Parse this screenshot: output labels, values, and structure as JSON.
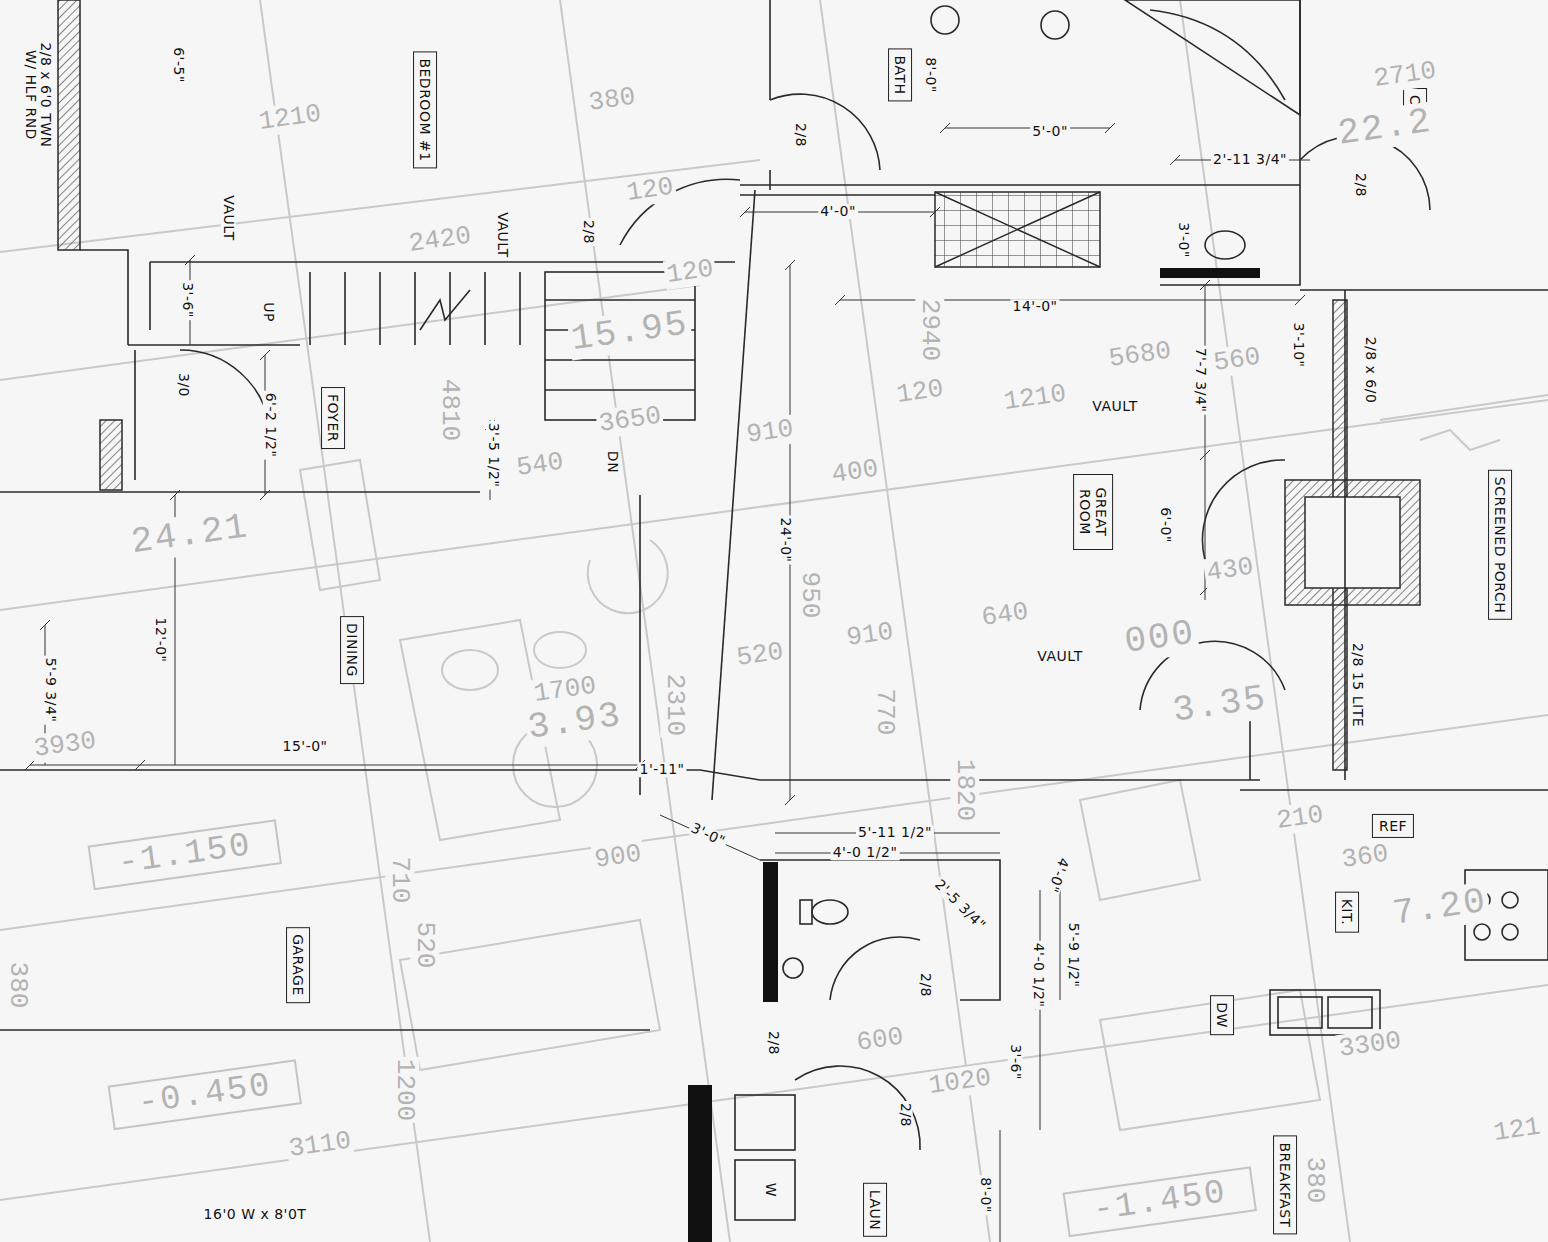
{
  "diagram": {
    "nodes": [
      {
        "text": [
          "BEDROOM #1"
        ]
      },
      {
        "text": [
          "BATH"
        ]
      },
      {
        "text": [
          "CLO."
        ]
      },
      {
        "text": [
          "FOYER"
        ]
      },
      {
        "text": [
          "DINING"
        ]
      },
      {
        "text": [
          "GREAT ROOM"
        ]
      },
      {
        "text": [
          "SCREENED PORCH"
        ]
      },
      {
        "text": [
          "-1.150"
        ]
      },
      {
        "text": [
          "REF"
        ]
      },
      {
        "text": [
          "KIT."
        ]
      },
      {
        "text": [
          "GARAGE"
        ]
      },
      {
        "text": [
          "DW"
        ]
      },
      {
        "text": [
          "-0.450"
        ]
      },
      {
        "text": [
          "LAUN"
        ]
      },
      {
        "text": [
          "BREAKFAST"
        ]
      },
      {
        "text": [
          "-1.450"
        ]
      }
    ],
    "labels": [
      "2/8 x 6'0 TWN W/ HLF RND",
      "6'-5\"",
      "1210",
      "380",
      "VAULT",
      "2420",
      "VAULT",
      "2/8",
      "120",
      "2/8",
      "8'-0\"",
      "5'-0\"",
      "2710",
      "22.2",
      "2'-11 3/4\"",
      "2/8",
      "4'-0\"",
      "3'-0\"",
      "3'-6\"",
      "UP",
      "120",
      "15.95",
      "14'-0\"",
      "3'-10\"",
      "2/8 x 6/0",
      "2940",
      "5680",
      "560",
      "7'-7 3/4\"",
      "120",
      "1210",
      "VAULT",
      "3/0",
      "4810",
      "6'-2 1/2\"",
      "3'-5 1/2\"",
      "3650",
      "DN",
      "910",
      "540",
      "400",
      "24.21",
      "6'-0\"",
      "24'-0\"",
      "430",
      "950",
      "640",
      "910",
      "12'-0\"",
      "000",
      "VAULT",
      "520",
      "2/8 15 LITE",
      "1700",
      "5'-9 3/4\"",
      "2310",
      "3.35",
      "3.93",
      "770",
      "3930",
      "15'-0\"",
      "1'-11\"",
      "1820",
      "210",
      "3'-0\"",
      "5'-11 1/2\"",
      "4'-0 1/2\"",
      "900",
      "360",
      "710",
      "2'-5 3/4\"",
      "4'-0\"",
      "7.20",
      "520",
      "5'-9 1/2\"",
      "4'-0 1/2\"",
      "2/8",
      "380",
      "600",
      "2/8",
      "3'-6\"",
      "3300",
      "1020",
      "1200",
      "2/8",
      "121",
      "3110",
      "380",
      "W",
      "8'-0\"",
      "16'0 W x 8'0T"
    ]
  }
}
